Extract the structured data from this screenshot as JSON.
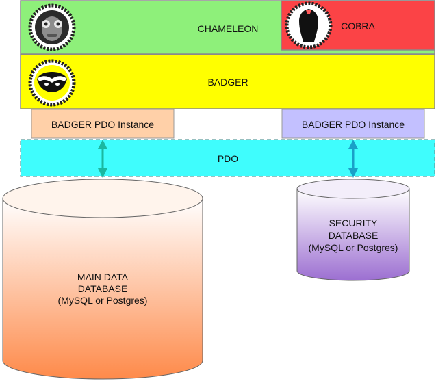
{
  "layers": {
    "chameleon": {
      "label": "CHAMELEON",
      "color": "#8ef07a",
      "logo_icon": "chameleon-head-icon"
    },
    "cobra": {
      "label": "COBRA",
      "color": "#fb4346",
      "logo_icon": "cobra-icon"
    },
    "badger": {
      "label": "BADGER",
      "color": "#ffff00",
      "logo_icon": "badger-head-icon"
    }
  },
  "instances": {
    "main": {
      "label": "BADGER PDO Instance",
      "color": "#ffd0a8"
    },
    "security": {
      "label": "BADGER PDO Instance",
      "color": "#c3c0ff"
    }
  },
  "pdo": {
    "label": "PDO",
    "color": "#3ffdfd",
    "border": "dashed"
  },
  "databases": {
    "main": {
      "lines": [
        "MAIN DATA",
        "DATABASE",
        "(MySQL or Postgres)"
      ],
      "gradient": [
        "#ffffff",
        "#fe8a4a"
      ]
    },
    "security": {
      "lines": [
        "SECURITY",
        "DATABASE",
        "(MySQL or Postgres)"
      ],
      "gradient": [
        "#ffffff",
        "#9c6fd1"
      ]
    }
  },
  "arrows": {
    "color": "#1bb8a0",
    "security_color": "#1aa0c8",
    "style": "double-headed"
  }
}
